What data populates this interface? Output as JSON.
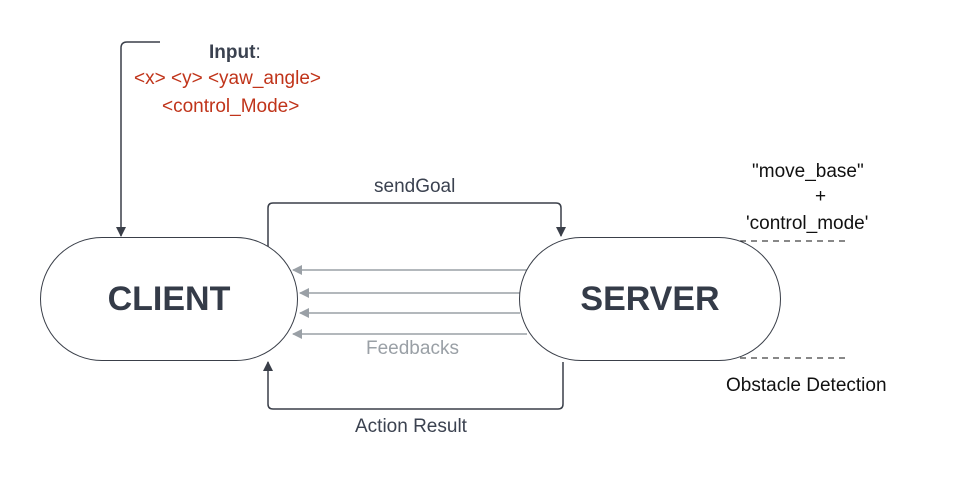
{
  "input": {
    "heading": "Input",
    "colon": ":",
    "line1": "<x> <y> <yaw_angle>",
    "line2": "<control_Mode>"
  },
  "client": {
    "label": "CLIENT"
  },
  "server": {
    "label": "SERVER"
  },
  "edges": {
    "send_goal": "sendGoal",
    "feedbacks": "Feedbacks",
    "action_result": "Action Result"
  },
  "server_notes": {
    "move_base": "\"move_base\"",
    "plus": "+",
    "control_mode": "'control_mode'",
    "obstacle_detection": "Obstacle Detection"
  },
  "colors": {
    "node_text": "#343b48",
    "input_params": "#c0341a",
    "feedback": "#9aa0a6",
    "line": "#3a3f49"
  }
}
